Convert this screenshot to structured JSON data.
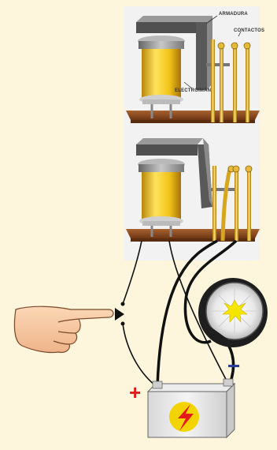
{
  "labels": {
    "armature": "ARMADURA",
    "contacts": "CONTACTOS",
    "electromagnet": "ELECTROIMÁN"
  },
  "battery": {
    "plus_sign": "+",
    "minus_sign": "−"
  },
  "colors": {
    "page_background": "#fdf6dc",
    "panel_background": "#f2f2f2",
    "coil_yellow": "#f2c419",
    "board_brown": "#8b4a22",
    "plus_red": "#e11b1b",
    "minus_blue": "#2a3d9b",
    "bolt_red": "#e51b1b",
    "lamp_glow": "#f5e600"
  }
}
